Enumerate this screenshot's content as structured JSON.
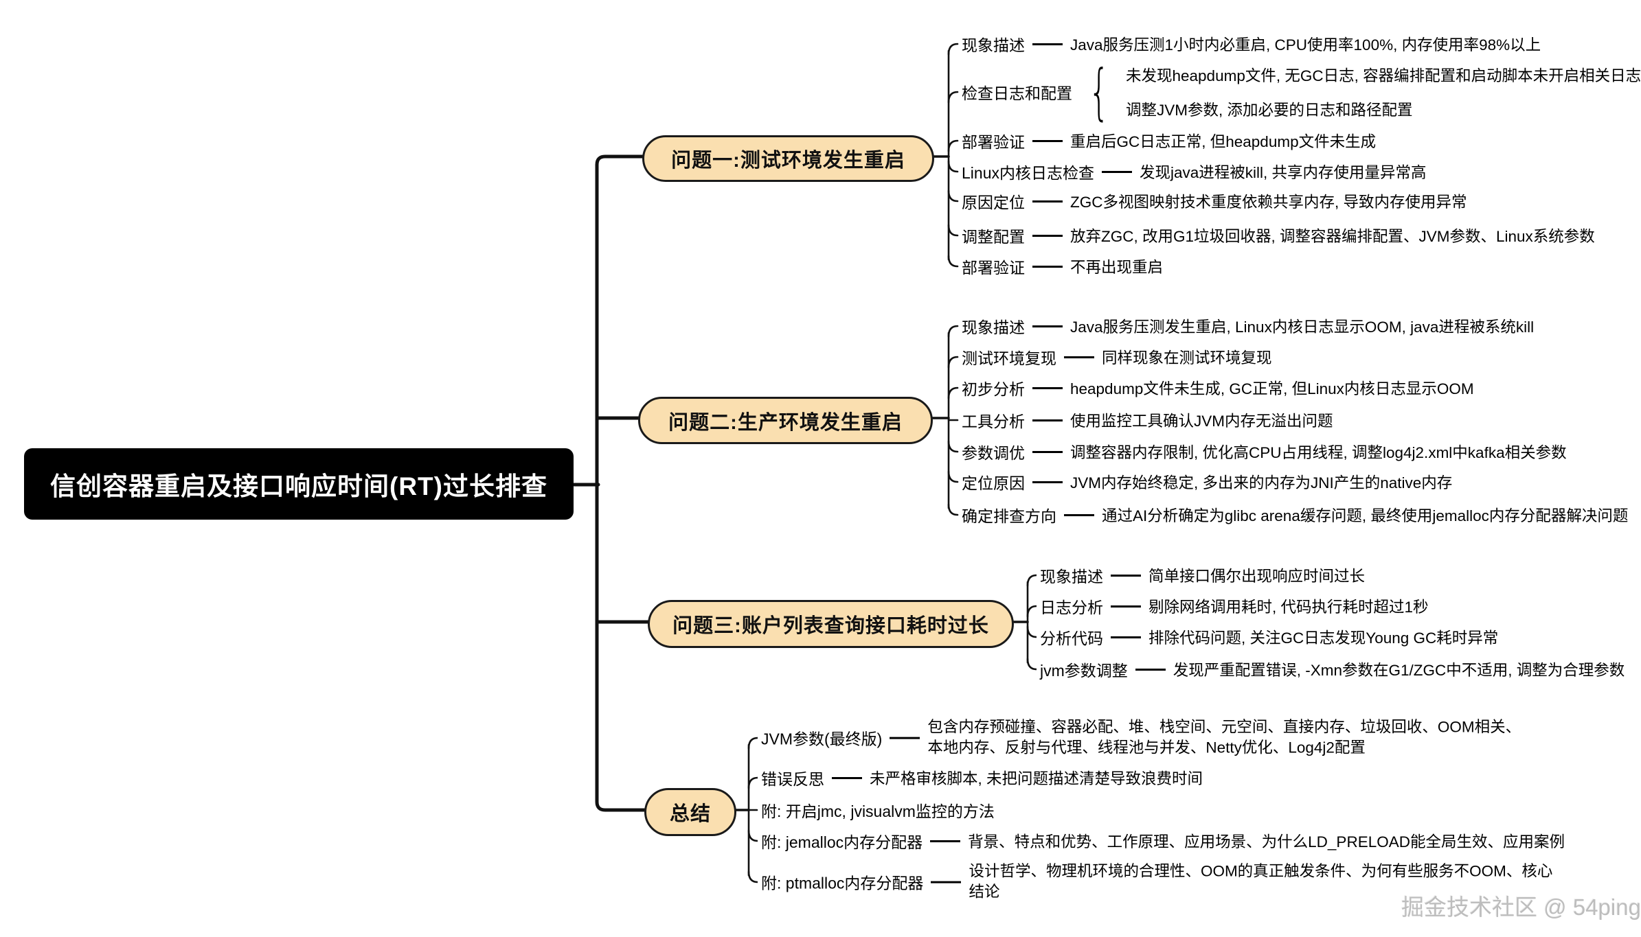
{
  "root": {
    "title": "信创容器重启及接口响应时间(RT)过长排查"
  },
  "watermark": "掘金技术社区 @ 54ping",
  "colors": {
    "root_bg": "#000000",
    "root_text": "#ffffff",
    "branch_fill": "#FADFB0",
    "branch_border": "#1a1a1a",
    "line": "#111111",
    "watermark_text": "#bdbdbd"
  },
  "branches": [
    {
      "title": "问题一:测试环境发生重启",
      "children": [
        {
          "label": "现象描述",
          "desc": "Java服务压测1小时内必重启, CPU使用率100%, 内存使用率98%以上"
        },
        {
          "label": "检查日志和配置",
          "sub": [
            "未发现heapdump文件, 无GC日志, 容器编排配置和启动脚本未开启相关日志",
            "调整JVM参数, 添加必要的日志和路径配置"
          ]
        },
        {
          "label": "部署验证",
          "desc": "重启后GC日志正常, 但heapdump文件未生成"
        },
        {
          "label": "Linux内核日志检查",
          "desc": "发现java进程被kill, 共享内存使用量异常高"
        },
        {
          "label": "原因定位",
          "desc": "ZGC多视图映射技术重度依赖共享内存, 导致内存使用异常"
        },
        {
          "label": "调整配置",
          "desc": "放弃ZGC, 改用G1垃圾回收器, 调整容器编排配置、JVM参数、Linux系统参数"
        },
        {
          "label": "部署验证",
          "desc": "不再出现重启"
        }
      ]
    },
    {
      "title": "问题二:生产环境发生重启",
      "children": [
        {
          "label": "现象描述",
          "desc": "Java服务压测发生重启, Linux内核日志显示OOM, java进程被系统kill"
        },
        {
          "label": "测试环境复现",
          "desc": "同样现象在测试环境复现"
        },
        {
          "label": "初步分析",
          "desc": "heapdump文件未生成, GC正常, 但Linux内核日志显示OOM"
        },
        {
          "label": "工具分析",
          "desc": "使用监控工具确认JVM内存无溢出问题"
        },
        {
          "label": "参数调优",
          "desc": "调整容器内存限制, 优化高CPU占用线程, 调整log4j2.xml中kafka相关参数"
        },
        {
          "label": "定位原因",
          "desc": "JVM内存始终稳定, 多出来的内存为JNI产生的native内存"
        },
        {
          "label": "确定排查方向",
          "desc": "通过AI分析确定为glibc arena缓存问题, 最终使用jemalloc内存分配器解决问题"
        }
      ]
    },
    {
      "title": "问题三:账户列表查询接口耗时过长",
      "children": [
        {
          "label": "现象描述",
          "desc": "简单接口偶尔出现响应时间过长"
        },
        {
          "label": "日志分析",
          "desc": "剔除网络调用耗时, 代码执行耗时超过1秒"
        },
        {
          "label": "分析代码",
          "desc": "排除代码问题, 关注GC日志发现Young GC耗时异常"
        },
        {
          "label": "jvm参数调整",
          "desc": "发现严重配置错误, -Xmn参数在G1/ZGC中不适用, 调整为合理参数"
        }
      ]
    },
    {
      "title": "总结",
      "children": [
        {
          "label": "JVM参数(最终版)",
          "desc": "包含内存预碰撞、容器必配、堆、栈空间、元空间、直接内存、垃圾回收、OOM相关、本地内存、反射与代理、线程池与并发、Netty优化、Log4j2配置",
          "wrap": true
        },
        {
          "label": "错误反思",
          "desc": "未严格审核脚本, 未把问题描述清楚导致浪费时间"
        },
        {
          "label": "附: 开启jmc, jvisualvm监控的方法"
        },
        {
          "label": "附: jemalloc内存分配器",
          "desc": "背景、特点和优势、工作原理、应用场景、为什么LD_PRELOAD能全局生效、应用案例"
        },
        {
          "label": "附: ptmalloc内存分配器",
          "desc": "设计哲学、物理机环境的合理性、OOM的真正触发条件、为何有些服务不OOM、核心结论",
          "wrap": true
        }
      ]
    }
  ]
}
